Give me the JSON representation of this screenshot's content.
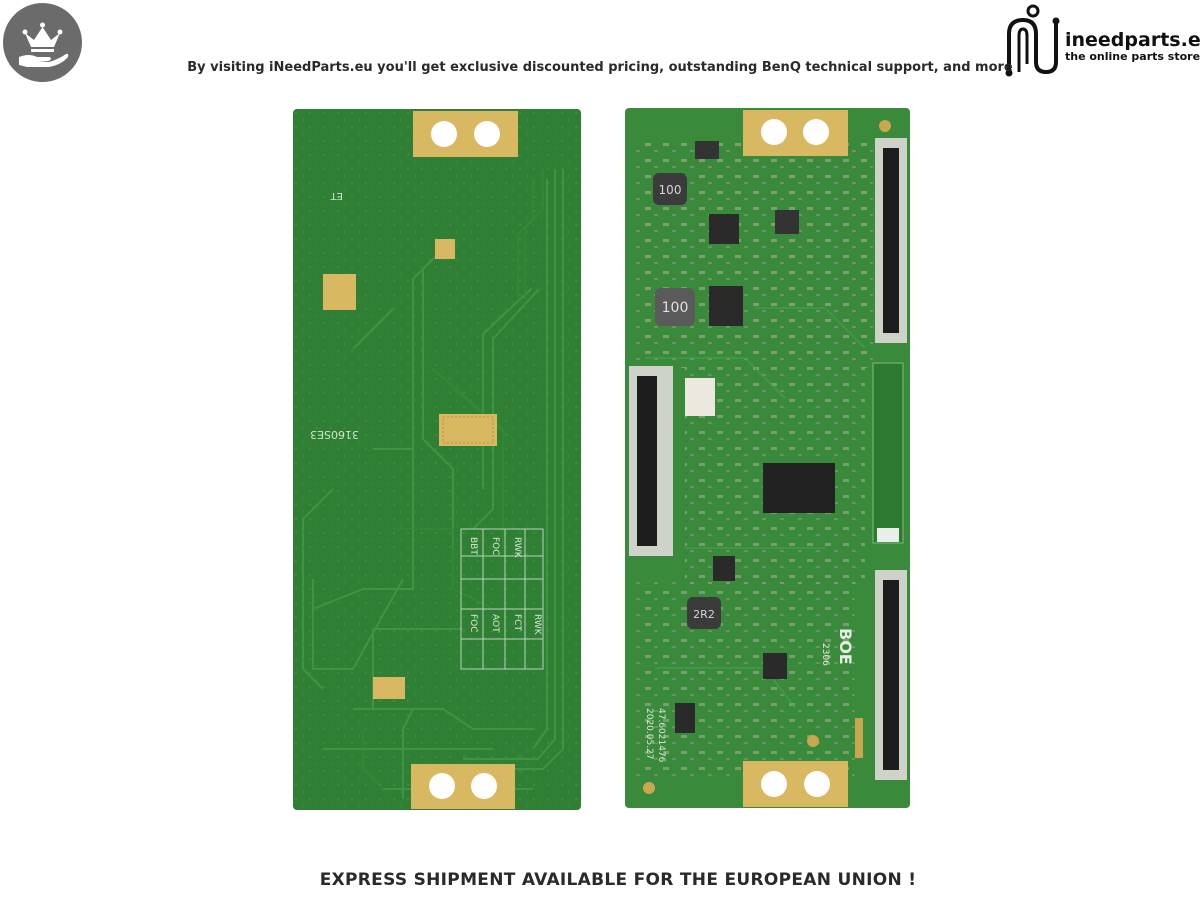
{
  "promo_text": "By visiting iNeedParts.eu you'll get exclusive discounted pricing, outstanding BenQ technical support, and more",
  "footer_text": "EXPRESS SHIPMENT AVAILABLE FOR THE EUROPEAN UNION !",
  "brand": {
    "name": "ineedparts.eu",
    "tagline": "the online parts store"
  },
  "back_board": {
    "silkscreen_top": "ET",
    "silkscreen_code": "3160SE3",
    "table_rows": [
      [
        "RWK",
        "FOC",
        "BBT"
      ],
      [
        "RWK",
        "FCT",
        "AOT",
        "FOC"
      ]
    ]
  },
  "front_board": {
    "inductor_1": "100",
    "inductor_2": "100",
    "inductor_3": "2R2",
    "logo": "BOE",
    "date_code": "2020.05.27",
    "part_number": "47.6021476",
    "model_code": "2306"
  },
  "colors": {
    "pcb_green": "#2e7d32",
    "gold_pad": "#d8b860",
    "text_dark": "#2a2a2a",
    "badge_grey": "#6b6b6b"
  }
}
